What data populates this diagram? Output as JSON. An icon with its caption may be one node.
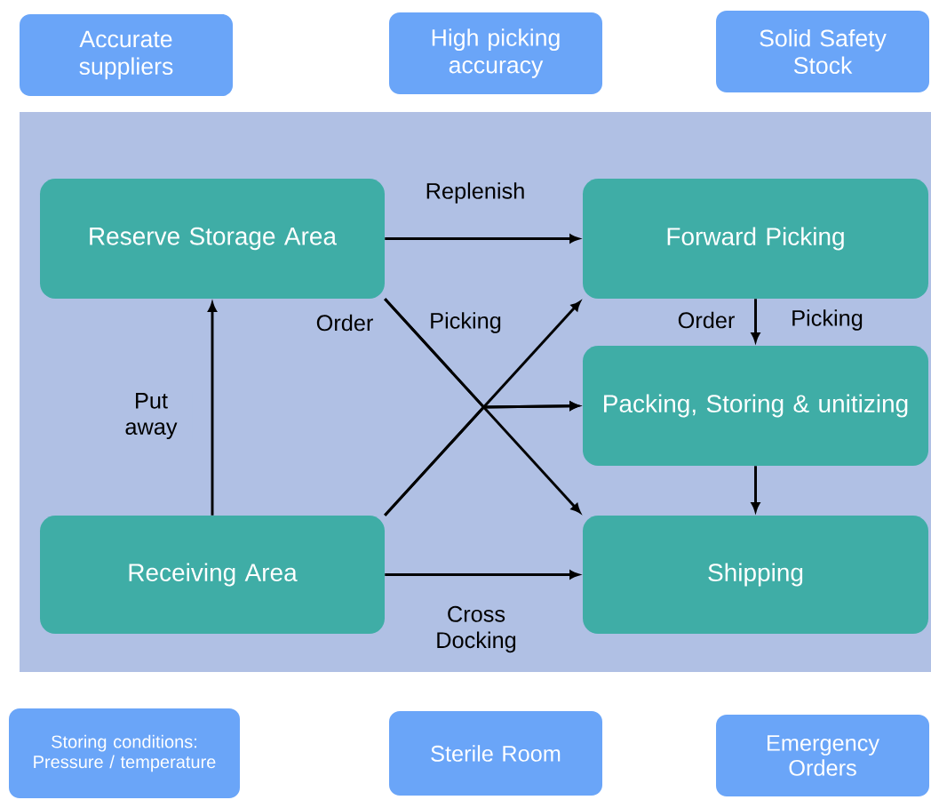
{
  "diagram": {
    "nodes": [
      {
        "text": [
          "Accurate suppliers"
        ]
      },
      {
        "text": [
          "High picking accuracy"
        ]
      },
      {
        "text": [
          "Solid Safety Stock"
        ]
      },
      {
        "text": [],
        "shape": "box"
      },
      {
        "text": [
          "Reserve Storage Area"
        ],
        "in": 3
      },
      {
        "text": [
          "Forward Picking"
        ],
        "in": 3
      },
      {
        "text": [
          "Packing, Storing & unitizing"
        ],
        "in": 3
      },
      {
        "text": [
          "Receiving Area"
        ],
        "in": 3
      },
      {
        "text": [
          "Shipping"
        ],
        "in": 3
      },
      {
        "text": [
          "Storing conditions: Pressure / temperature"
        ]
      },
      {
        "text": [
          "Sterile Room"
        ]
      },
      {
        "text": [
          "Emergency Orders"
        ]
      }
    ],
    "edges": [
      {
        "from": 4,
        "to": 5,
        "arrow": "to",
        "label": "Replenish"
      },
      {
        "from": 5,
        "to": 6,
        "arrow": "to"
      },
      {
        "from": 6,
        "to": 8,
        "arrow": "to"
      },
      {
        "from": 7,
        "to": 4,
        "arrow": "to",
        "label": "Put away"
      },
      {
        "from": 7,
        "to": 8,
        "arrow": "to",
        "label": "Cross Docking"
      },
      {
        "from": 4,
        "to": 8,
        "arrow": "to"
      },
      {
        "from": 7,
        "to": 5,
        "arrow": "to"
      },
      {
        "from": 4,
        "to": 6,
        "arrow": "to"
      },
      {
        "from": 7,
        "to": 6,
        "arrow": "to"
      }
    ],
    "labels": [
      "Order",
      "Picking",
      "Order",
      "Picking"
    ]
  }
}
